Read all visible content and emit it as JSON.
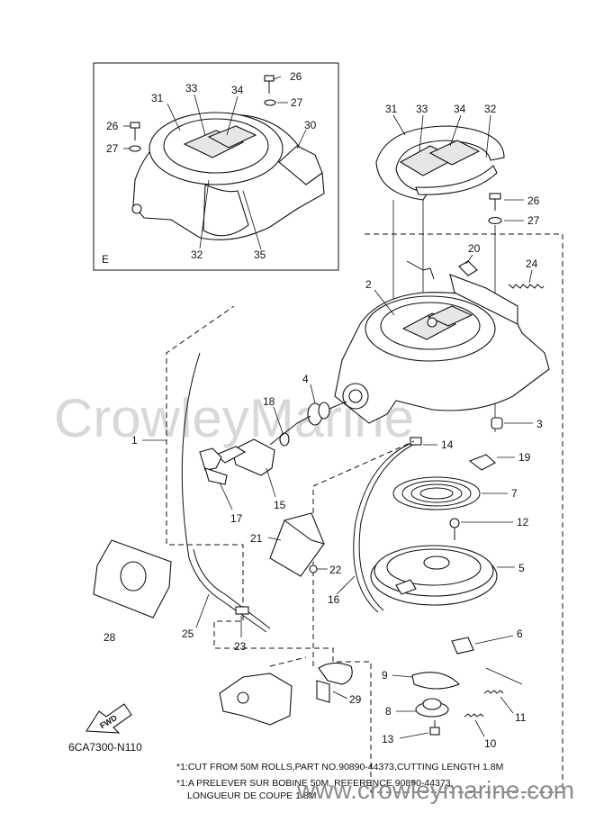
{
  "diagram": {
    "inset_label": "E",
    "drawing_code": "6CA7300-N110",
    "fwd_label": "FWD",
    "watermark_center": "CrowleyMarine",
    "watermark_bottom": "www.crowleymarine.com",
    "notes": [
      "*1:CUT FROM 50M ROLLS,PART NO.90890-44373,CUTTING LENGTH 1.8M",
      "*1:A PRELEVER SUR BOBINE 50M, REFERENCE 90890-44373,",
      "LONGUEUR DE COUPE 1.8M"
    ],
    "callouts": {
      "inset_31": "31",
      "inset_33": "33",
      "inset_34": "34",
      "inset_26a": "26",
      "inset_27a": "27",
      "inset_26b": "26",
      "inset_27b": "27",
      "inset_30": "30",
      "inset_32": "32",
      "inset_35": "35",
      "m31": "31",
      "m33": "33",
      "m34": "34",
      "m32": "32",
      "m26": "26",
      "m27": "27",
      "m20": "20",
      "m24": "24",
      "m2": "2",
      "m4": "4",
      "m18": "18",
      "m3": "3",
      "m1": "1",
      "m14": "14",
      "m19": "19",
      "m7": "7",
      "m12": "12",
      "m15": "15",
      "m17": "17",
      "m21": "21",
      "m22": "22",
      "m5": "5",
      "m16": "16",
      "m28": "28",
      "m25": "25",
      "m23": "23",
      "m6": "6",
      "m9": "9",
      "m29": "29",
      "m8": "8",
      "m11": "11",
      "m13": "13",
      "m10": "10"
    }
  }
}
